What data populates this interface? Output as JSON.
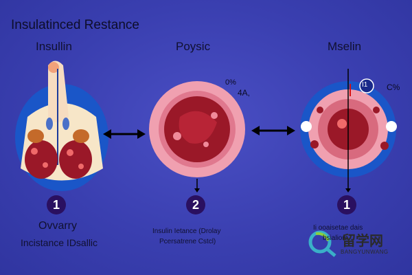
{
  "title": "Insulatinced Restance",
  "panels": [
    {
      "title": "Insullin",
      "number": "1",
      "caption_line1": "Ovvarry",
      "caption_line2": "Incistance IDsallic"
    },
    {
      "title": "Poysic",
      "number": "2",
      "caption_line1": "Insulin Ietance (Drolay",
      "caption_line2": "Pcersatrene Cstcl)"
    },
    {
      "title": "Mselin",
      "number": "1",
      "caption_line1": "Ii ooaisetae dais",
      "caption_line2": "bsialion"
    }
  ],
  "annotations": {
    "percent_1": "0%",
    "percent_2": "4A,",
    "percent_3": "C%",
    "marker": "I1"
  },
  "watermark": {
    "text": "留学网",
    "subtext": "BANGYUNWANG"
  },
  "colors": {
    "background": "#3a3fb0",
    "cell_pink": "#f0a0b0",
    "cell_red": "#9a1828",
    "ring_blue": "#1a56c8",
    "number_badge": "#2a1060"
  }
}
